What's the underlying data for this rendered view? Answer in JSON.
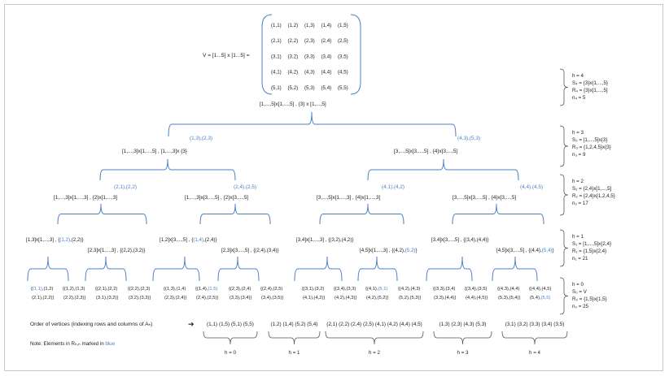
{
  "colors": {
    "text": "#222222",
    "blue": "#4a7fc1",
    "brace": "#4a7fc1"
  },
  "matrix": {
    "label": "V = [1...5] x [1...5] =",
    "rows": [
      [
        "(1,1)",
        "(1,2)",
        "(1,3)",
        "(1,4)",
        "(1,5)"
      ],
      [
        "(2,1)",
        "(2,2)",
        "(2,3)",
        "(2,4)",
        "(2,5)"
      ],
      [
        "(3,1)",
        "(3,2)",
        "(3,3)",
        "(3,4)",
        "(3,5)"
      ],
      [
        "(4,1)",
        "(4,2)",
        "(4,3)",
        "(4,4)",
        "(4,5)"
      ],
      [
        "(5,1)",
        "(5,2)",
        "(5,3)",
        "(5,4)",
        "(5,5)"
      ]
    ]
  },
  "root": {
    "text": "[1,...,5]x[1,...,5] , {3} x [1,...,5]"
  },
  "l3": {
    "left": {
      "text": "[1,...,3]x[1,...,5] , [1,...,3]x {3}",
      "blue": "(1,3),(2,3)"
    },
    "right": {
      "text": "[3,...,5]x[3,...,5] , {4}x[3,...,5]",
      "blue": "(4,3),(5,3)"
    }
  },
  "l2": [
    {
      "text": "[1,...,3]x[1,...,3] , {2}x[1,...,3]",
      "blue": "(2,1),(2,2)"
    },
    {
      "text": "[1,...,3]x[3,...,5] , {2}x[3,...,5]",
      "blue": "(2,4),(2,5)"
    },
    {
      "text": "[3,...,5]x[1,...,3] , {4}x[1,...,3]",
      "blue": "(4,1),(4,2)"
    },
    {
      "text": "[3,...,5]x[3,...,5] , {4}x[3,...,5]",
      "blue": "(4,4),(4,5)"
    }
  ],
  "l1": [
    {
      "a": "[1,3]x[1,...,3] , {",
      "b": "(1,2)",
      "c": ",(2,2)}"
    },
    {
      "a": "[2,3]x[1,...,3] , {(2,2),(3,2)}",
      "b": "",
      "c": ""
    },
    {
      "a": "[1,2]x[3,...,5] , {",
      "b": "(1,4)",
      "c": ",(2,4)}"
    },
    {
      "a": "[2,3]x[3,...,5] , {(2,4),(3,4)}",
      "b": "",
      "c": ""
    },
    {
      "a": "[3,4]x[1,...,3] , {(3,2),(4,2)}",
      "b": "",
      "c": ""
    },
    {
      "a": "[4,5]x[1,...,3] , {(4,2),",
      "b": "(5,2)",
      "c": "}"
    },
    {
      "a": "[3,4]x[3,...,5] , {(3,4),(4,4)}",
      "b": "",
      "c": ""
    },
    {
      "a": "[4,5]x[3,...,5] , {(4,4),",
      "b": "(5,4)",
      "c": "}"
    }
  ],
  "leaves": [
    {
      "l1a": "{",
      "l1b": "(1,1)",
      "l1c": ",(1,2)",
      "l2": "(2,1),(2,2)}"
    },
    {
      "l1a": "{(1,2),(1,3)",
      "l1b": "",
      "l1c": "",
      "l2": "(2,2),(2,3)}"
    },
    {
      "l1a": "{(2,1),(2,2)",
      "l1b": "",
      "l1c": "",
      "l2": "(3,1),(3,2)}"
    },
    {
      "l1a": "{(2,2),(2,3)",
      "l1b": "",
      "l1c": "",
      "l2": "(3,2),(3,3)}"
    },
    {
      "l1a": "{(1,3),(1,4)",
      "l1b": "",
      "l1c": "",
      "l2": "(2,3),(2,4)}"
    },
    {
      "l1a": "{(1,4),",
      "l1b": "(1,5)",
      "l1c": "",
      "l2": "(2,4),(2,5)}"
    },
    {
      "l1a": "{(2,3),(2,4)",
      "l1b": "",
      "l1c": "",
      "l2": "(3,3),(3,4)}"
    },
    {
      "l1a": "{(2,4),(2,5)",
      "l1b": "",
      "l1c": "",
      "l2": "(3,4),(3,5)}"
    },
    {
      "l1a": "{(3,1),(3,2)",
      "l1b": "",
      "l1c": "",
      "l2": "(4,1),(4,2)}"
    },
    {
      "l1a": "{(3,4),(3,3)",
      "l1b": "",
      "l1c": "",
      "l2": "(4,2),(4,3)}"
    },
    {
      "l1a": "{(4,1),",
      "l1b": "(5,1)",
      "l1c": "",
      "l2": "(4,2),(5,2)}"
    },
    {
      "l1a": "{(4,2),(4,3)",
      "l1b": "",
      "l1c": "",
      "l2": "(5,2),(5,3)}"
    },
    {
      "l1a": "{(3,3),(3,4)",
      "l1b": "",
      "l1c": "",
      "l2": "(3,3),(4,4)}"
    },
    {
      "l1a": "{(3,4),(3,5)",
      "l1b": "",
      "l1c": "",
      "l2": "(4,4),(4,5)}"
    },
    {
      "l1a": "{(4,3),(4,4)",
      "l1b": "",
      "l1c": "",
      "l2": "(5,3),(5,4)}"
    },
    {
      "l1a": "{(4,4),(4,5)",
      "l1b": "",
      "l1c": "",
      "l2": "(5,4),",
      "l2b": "(5,5)"
    }
  ],
  "side": [
    {
      "h": "h = 4",
      "s": "S₄ = {3}x{1,...,5}",
      "r": "R₄ = {3}x[1,...,5]",
      "n": "n₄ = 5"
    },
    {
      "h": "h = 3",
      "s": "S₃ = [1,...,5]x{3}",
      "r": "R₃ = {1,2,4,5}x{3}",
      "n": "n₃ = 9"
    },
    {
      "h": "h = 2",
      "s": "S₂ = {2,4}x[1,...,5]",
      "r": "R₂ = {2,4}x{1,2,4,5}",
      "n": "n₂ = 17"
    },
    {
      "h": "h = 1",
      "s": "S₁ = [1,...,5]x{2,4}",
      "r": "R₁ = {1,5}x{2,4}",
      "n": "n₁ = 21"
    },
    {
      "h": "h = 0",
      "s": "S₀ = V",
      "r": "R₀ = {1,5}x{1,5}",
      "n": "n₀ = 25"
    }
  ],
  "order": {
    "label": "Order of vertices (indexing rows and columns of Aₕ)",
    "arrow": "➔",
    "groups": [
      {
        "text": "(1,1) (1,5) (5,1) (5,5)",
        "h": "h = 0"
      },
      {
        "text": "(1,2) (1,4) (5,2) (5,4)",
        "h": "h = 1"
      },
      {
        "text": "(2,1) (2,2) (2,4) (2,5) (4,1) (4,2) (4,4) (4,5)",
        "h": "h = 2"
      },
      {
        "text": "(1,3) (2,3) (4,3) (5,3)",
        "h": "h = 3"
      },
      {
        "text": "(3,1) (3,2) (3,3) (3,4) (3,5)",
        "h": "h = 4"
      }
    ]
  },
  "note": {
    "text": "Note: Elements in Rₕ,ₕ marked in ",
    "blue": "blue"
  }
}
